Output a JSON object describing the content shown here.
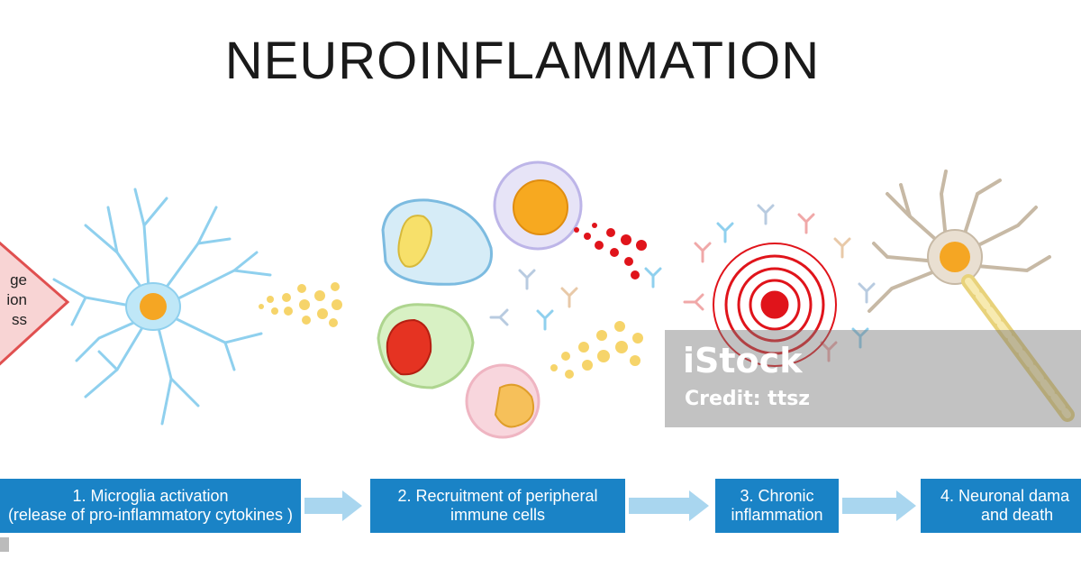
{
  "title": "NEUROINFLAMMATION",
  "trigger": {
    "lines": [
      "ge",
      "ion",
      "ss"
    ]
  },
  "steps": [
    {
      "line1": "1. Microglia activation",
      "line2": "(release of pro-inflammatory cytokines )"
    },
    {
      "line1": "2. Recruitment of peripheral",
      "line2": "immune cells"
    },
    {
      "line1": "3. Chronic",
      "line2": "inflammation"
    },
    {
      "line1": "4. Neuronal dama",
      "line2": "and death"
    }
  ],
  "watermark": {
    "logo": "iStock",
    "credit": "Credit: ttsz"
  },
  "colors": {
    "step_box": "#1a83c6",
    "arrow": "#a9d6ef",
    "microglia": "#8fd0ee",
    "inflammation_red": "#e0141b",
    "cytokine": "#f6d46a"
  }
}
